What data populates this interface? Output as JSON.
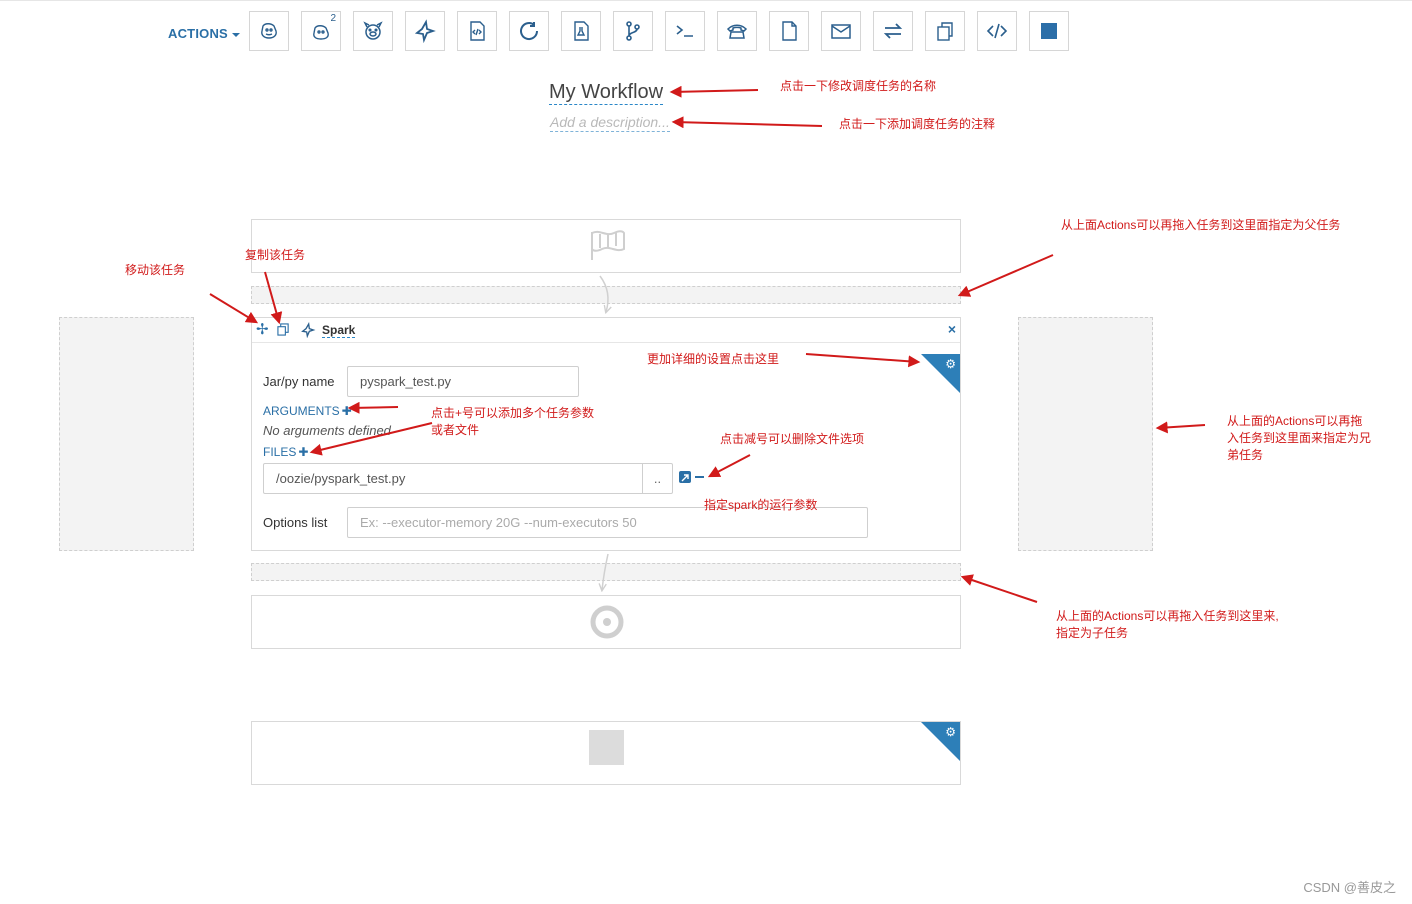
{
  "toolbar": {
    "actions_label": "ACTIONS",
    "tools": [
      {
        "name": "hive-icon"
      },
      {
        "name": "hive2-icon",
        "sup": "2"
      },
      {
        "name": "pig-icon"
      },
      {
        "name": "spark-icon"
      },
      {
        "name": "java-icon"
      },
      {
        "name": "subworkflow-icon"
      },
      {
        "name": "shell-icon"
      },
      {
        "name": "fork-icon"
      },
      {
        "name": "ssh-icon"
      },
      {
        "name": "telephone-icon"
      },
      {
        "name": "document-icon"
      },
      {
        "name": "email-icon"
      },
      {
        "name": "distcp-icon"
      },
      {
        "name": "copy-icon"
      },
      {
        "name": "code-icon"
      },
      {
        "name": "stop-icon"
      }
    ]
  },
  "workflow": {
    "title": "My Workflow",
    "description_placeholder": "Add a description..."
  },
  "spark_node": {
    "name": "Spark",
    "jar_label": "Jar/py name",
    "jar_value": "pyspark_test.py",
    "arguments_label": "ARGUMENTS",
    "no_arguments": "No arguments defined",
    "files_label": "FILES",
    "file_value": "/oozie/pyspark_test.py",
    "browse_label": "..",
    "options_label": "Options list",
    "options_placeholder": "Ex: --executor-memory 20G --num-executors 50"
  },
  "annotations": {
    "rename": "点击一下修改调度任务的名称",
    "add_desc": "点击一下添加调度任务的注释",
    "parent": "从上面Actions可以再拖入任务到这里面指定为父任务",
    "move": "移动该任务",
    "copy": "复制该任务",
    "settings": "更加详细的设置点击这里",
    "add_params_1": "点击+号可以添加多个任务参数",
    "add_params_2": "或者文件",
    "delete_file": "点击减号可以删除文件选项",
    "spark_options": "指定spark的运行参数",
    "sibling_1": "从上面的Actions可以再拖",
    "sibling_2": "入任务到这里面来指定为兄",
    "sibling_3": "弟任务",
    "child_1": "从上面的Actions可以再拖入任务到这里来,",
    "child_2": "指定为子任务"
  },
  "footer": {
    "watermark": "CSDN @善皮之"
  }
}
